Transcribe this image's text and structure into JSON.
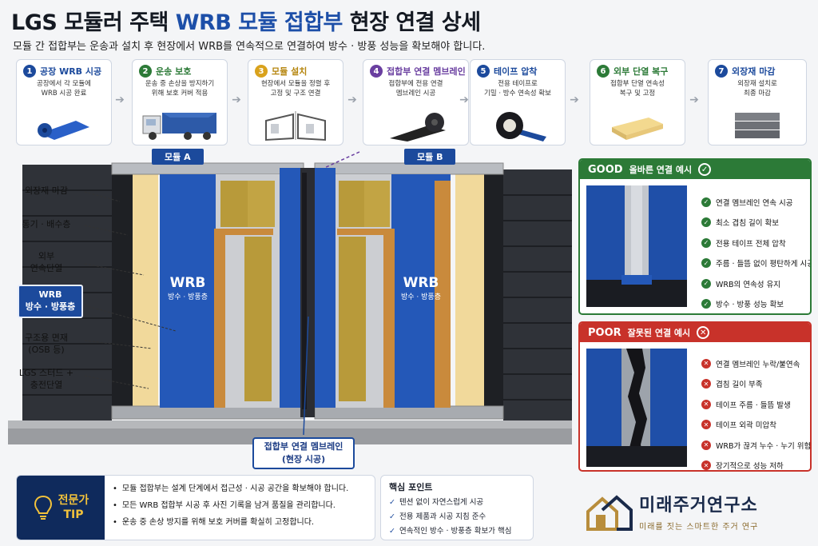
{
  "header": {
    "title_part1": "LGS 모듈러 주택 ",
    "title_accent": "WRB 모듈 접합부",
    "title_part2": " 현장 연결 상세",
    "subtitle": "모듈 간 접합부는 운송과 설치 후 현장에서 WRB를 연속적으로 연결하여 방수 · 방풍 성능을 확보해야 합니다."
  },
  "steps": [
    {
      "num": "1",
      "title": "공장 WRB 시공",
      "desc_line1": "공장에서 각 모듈에",
      "desc_line2": "WRB 시공 완료",
      "color": "#1c4a9c"
    },
    {
      "num": "2",
      "title": "운송 보호",
      "desc_line1": "운송 중 손상을 방지하기",
      "desc_line2": "위해 보호 커버 적용",
      "color": "#2c7a37"
    },
    {
      "num": "3",
      "title": "모듈 설치",
      "desc_line1": "현장에서 모듈을 정렬 후",
      "desc_line2": "고정 및 구조 연결",
      "color": "#d9a21c"
    },
    {
      "num": "4",
      "title": "접합부 연결 멤브레인",
      "desc_line1": "접합부에 전용 연결",
      "desc_line2": "멤브레인 시공",
      "color": "#6a3fa0"
    },
    {
      "num": "5",
      "title": "테이프 압착",
      "desc_line1": "전용 테이프로",
      "desc_line2": "기밀 · 방수 연속성 확보",
      "color": "#1c4a9c"
    },
    {
      "num": "6",
      "title": "외부 단열 복구",
      "desc_line1": "접합부 단열 연속성",
      "desc_line2": "복구 및 고정",
      "color": "#2c7a37"
    },
    {
      "num": "7",
      "title": "외장재 마감",
      "desc_line1": "외장재 설치로",
      "desc_line2": "최종 마감",
      "color": "#1c4a9c"
    }
  ],
  "diagram": {
    "module_a": "모듈 A",
    "module_b": "모듈 B",
    "wrb_text": "WRB",
    "wrb_sub": "방수 · 방풍층",
    "layers": {
      "cladding": "외장재 마감",
      "ventilation": "통기 · 배수층",
      "ext_insulation_1": "외부",
      "ext_insulation_2": "연속단열",
      "wrb_1": "WRB",
      "wrb_2": "방수 · 방풍층",
      "sheathing_1": "구조용 면재",
      "sheathing_2": "(OSB 등)",
      "stud_1": "LGS 스터드 +",
      "stud_2": "충전단열"
    },
    "joint_line1": "접합부 연결 멤브레인",
    "joint_line2": "(현장 시공)"
  },
  "good": {
    "tag": "GOOD",
    "title": "올바른 연결 예시",
    "items": [
      "연결 멤브레인 연속 시공",
      "최소 겹침 길이 확보",
      "전용 테이프 전체 압착",
      "주름 · 들뜸 없이 평탄하게 시공",
      "WRB의 연속성 유지",
      "방수 · 방풍 성능 확보"
    ]
  },
  "poor": {
    "tag": "POOR",
    "title": "잘못된 연결 예시",
    "items": [
      "연결 멤브레인 누락/불연속",
      "겹침 길이 부족",
      "테이프 주름 · 들뜸 발생",
      "테이프 외곽 미압착",
      "WRB가 끊겨 누수 · 누기 위험",
      "장기적으로 성능 저하"
    ]
  },
  "tip": {
    "badge_line1": "전문가",
    "badge_line2": "TIP",
    "items": [
      "모듈 접합부는 설계 단계에서 접근성 · 시공 공간을 확보해야 합니다.",
      "모든 WRB 접합부 시공 후 사진 기록을 남겨 품질을 관리합니다.",
      "운송 중 손상 방지를 위해 보호 커버를 확실히 고정합니다."
    ]
  },
  "keys": {
    "title": "핵심 포인트",
    "items": [
      "텐션 없이 자연스럽게 시공",
      "전용 제품과 시공 지침 준수",
      "연속적인 방수 · 방풍층 확보가 핵심"
    ]
  },
  "brand": {
    "name": "미래주거연구소",
    "tagline": "미래를 짓는 스마트한 주거 연구"
  },
  "colors": {
    "wrb_blue": "#1c4a9c",
    "good_green": "#2c7a37",
    "poor_red": "#c8322a",
    "tip_navy": "#0f2a5c"
  }
}
